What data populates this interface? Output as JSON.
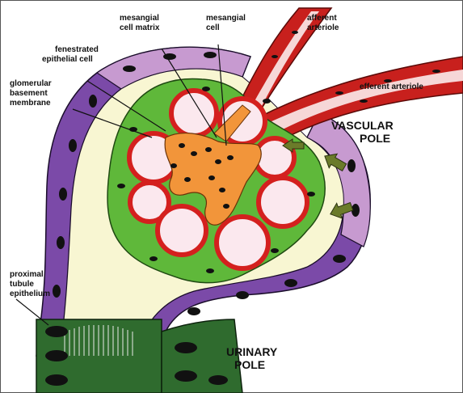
{
  "labels": {
    "afferent_1": "afferent",
    "afferent_2": "arteriole",
    "efferent": "efferent arteriole",
    "vascular_1": "VASCULAR",
    "vascular_2": "POLE",
    "urinary_1": "URINARY",
    "urinary_2": "POLE",
    "mesangial_cell_1": "mesangial",
    "mesangial_cell_2": "cell",
    "mesangial_matrix_1": "mesangial",
    "mesangial_matrix_2": "cell matrix",
    "fenestrated_1": "fenestrated",
    "fenestrated_2": "epithelial cell",
    "gbm_1": "glomerular",
    "gbm_2": "basement",
    "gbm_3": "membrane",
    "prox_1": "proximal",
    "prox_2": "tubule",
    "prox_3": "epithelium"
  },
  "colors": {
    "background": "#ffffff",
    "bowman_space": "#f8f6d2",
    "parietal_epithelium": "#7b4aa8",
    "parietal_epithelium_light": "#c79ad0",
    "podocyte": "#5fb83a",
    "capillary_wall": "#d4201e",
    "capillary_lumen": "#fbe8ee",
    "mesangium": "#f2953a",
    "arteriole": "#c8201d",
    "arteriole_dark": "#8a1412",
    "proximal_tubule": "#2f6b2e",
    "arrow": "#6b7b2a",
    "nucleus": "#111111"
  }
}
